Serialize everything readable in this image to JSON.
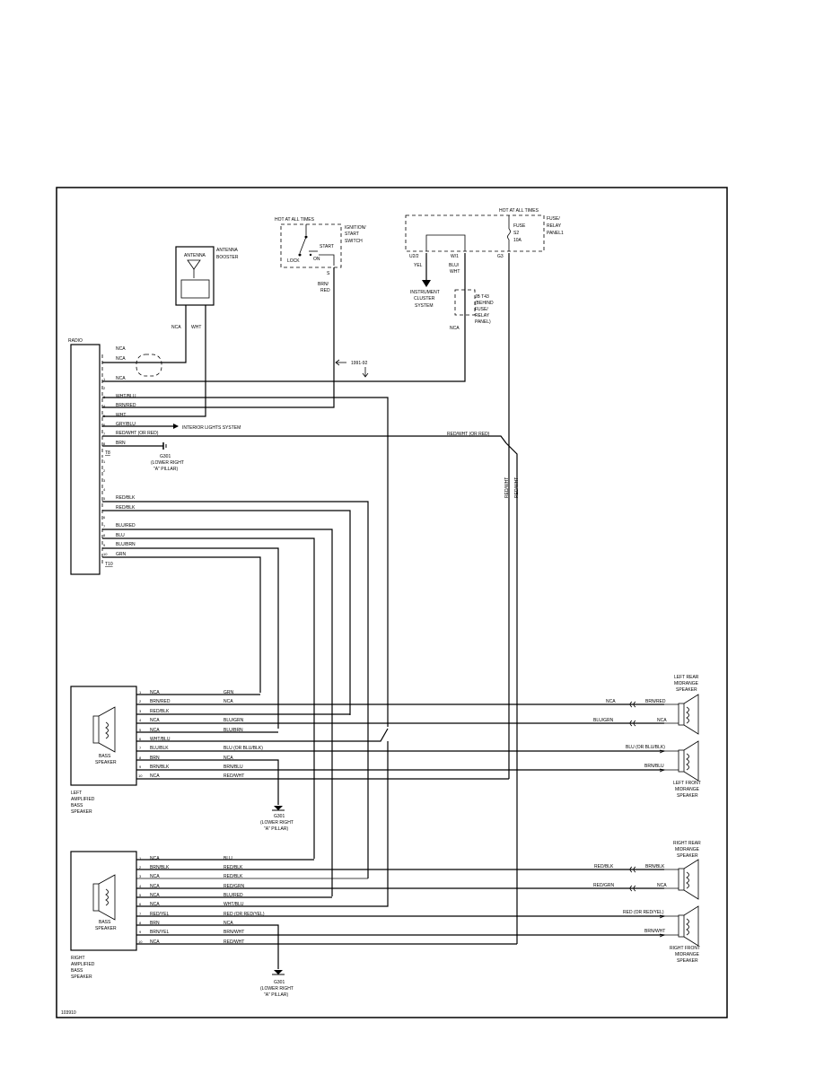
{
  "diagram_id": "103910",
  "radio": {
    "label": "RADIO",
    "pins_top": [
      "NCA",
      "NCA",
      "NCA",
      "WHT/BLU",
      "BRN/RED",
      "WHT",
      "GRY/BLU",
      "RED/WHT (OR RED)",
      "BRN"
    ],
    "pin_nums_top": [
      "1",
      "2",
      "3",
      "4",
      "5",
      "6",
      "7",
      "8"
    ],
    "connector_top": "T8",
    "pins_bottom": [
      "RED/BLK",
      "RED/BLK",
      "BLU/RED",
      "BLU",
      "BLU/BRN",
      "GRN"
    ],
    "pin_nums_bottom": [
      "1",
      "2",
      "3",
      "4",
      "5",
      "6",
      "7",
      "8",
      "9",
      "10"
    ],
    "connector_bottom": "T10",
    "interior_lights": "INTERIOR LIGHTS SYSTEM",
    "ground_label": "G301",
    "ground_loc": [
      "(LOWER RIGHT",
      "\"A\" PILLAR)"
    ]
  },
  "antenna": {
    "box_label": "ANTENNA",
    "side_label": [
      "ANTENNA",
      "BOOSTER"
    ],
    "wire1": "NCA",
    "wire2": "WHT"
  },
  "ignition": {
    "hot": "HOT AT ALL TIMES",
    "label": [
      "IGNITION/",
      "START",
      "SWITCH"
    ],
    "start": "START",
    "lock": "LOCK",
    "on": "ON",
    "pin": "S",
    "wire": [
      "BRN/",
      "RED"
    ],
    "year_note": "1991-92"
  },
  "fuse_panel": {
    "hot": "HOT AT ALL TIMES",
    "label": [
      "FUSE/",
      "RELAY",
      "PANEL1"
    ],
    "fuse": [
      "FUSE",
      "S2",
      "10A"
    ],
    "pins": [
      "U2/2",
      "W/1",
      "G3"
    ],
    "wires": [
      "YEL",
      "BLU/",
      "WHT"
    ],
    "cluster": [
      "INSTRUMENT",
      "CLUSTER",
      "SYSTEM"
    ],
    "jb": [
      "JB T43",
      "(BEHIND",
      "FUSE/",
      "RELAY",
      "PANEL)"
    ],
    "nca": "NCA",
    "redwht_run": "RED/WHT (OR RED)",
    "vert1": "RED/WHT",
    "vert2": "RED/WHT"
  },
  "left_amp": {
    "inner_label": [
      "BASS",
      "SPEAKER"
    ],
    "outer_label": [
      "LEFT",
      "AMPLIFIED",
      "BASS",
      "SPEAKER"
    ],
    "pin_wires": [
      "NCA",
      "BRN/RED",
      "RED/BLK",
      "NCA",
      "NCA",
      "WHT/BLU",
      "BLU/BLK",
      "BRN",
      "BRN/BLK",
      "NCA"
    ],
    "out_wires": [
      "GRN",
      "NCA",
      "",
      "BLU/GRN",
      "BLU/BRN",
      "",
      "BLU (OR BLU/BLK)",
      "NCA",
      "BRN/BLU",
      "RED/WHT"
    ],
    "pin_nums": [
      "1",
      "2",
      "3",
      "4",
      "5",
      "6",
      "7",
      "8",
      "9",
      "10"
    ],
    "ground_label": "G301",
    "ground_loc": [
      "(LOWER RIGHT",
      "\"A\" PILLAR)"
    ]
  },
  "right_amp": {
    "inner_label": [
      "BASS",
      "SPEAKER"
    ],
    "outer_label": [
      "RIGHT",
      "AMPLIFIED",
      "BASS",
      "SPEAKER"
    ],
    "pin_wires": [
      "NCA",
      "BRN/BLK",
      "NCA",
      "NCA",
      "NCA",
      "NCA",
      "RED/YEL",
      "BRN",
      "BRN/YEL",
      "NCA"
    ],
    "out_wires": [
      "BLU",
      "RED/BLK",
      "RED/BLK",
      "RED/GRN",
      "BLU/RED",
      "WHT/BLU",
      "RED (OR RED/YEL)",
      "NCA",
      "BRN/WHT",
      "RED/WHT"
    ],
    "pin_nums": [
      "1",
      "2",
      "3",
      "4",
      "5",
      "6",
      "7",
      "8",
      "9",
      "10"
    ],
    "ground_label": "G301",
    "ground_loc": [
      "(LOWER RIGHT",
      "\"A\" PILLAR)"
    ]
  },
  "speakers": {
    "left_rear": {
      "label": [
        "LEFT REAR",
        "MIDRANGE",
        "SPEAKER"
      ],
      "w1_far": "NCA",
      "w1_near": "BRN/RED",
      "w2_far": "BLU/GRN",
      "w2_near": "NCA"
    },
    "left_front": {
      "label": [
        "LEFT FRONT",
        "MIDRANGE",
        "SPEAKER"
      ],
      "w1": "BLU (OR BLU/BLK)",
      "w2": "BRN/BLU"
    },
    "right_rear": {
      "label": [
        "RIGHT REAR",
        "MIDRANGE",
        "SPEAKER"
      ],
      "w1_far": "RED/BLK",
      "w1_near": "BRN/BLK",
      "w2_far": "RED/GRN",
      "w2_near": "NCA"
    },
    "right_front": {
      "label": [
        "RIGHT FRONT",
        "MIDRANGE",
        "SPEAKER"
      ],
      "w1": "RED (OR RED/YEL)",
      "w2": "BRN/WHT"
    }
  }
}
